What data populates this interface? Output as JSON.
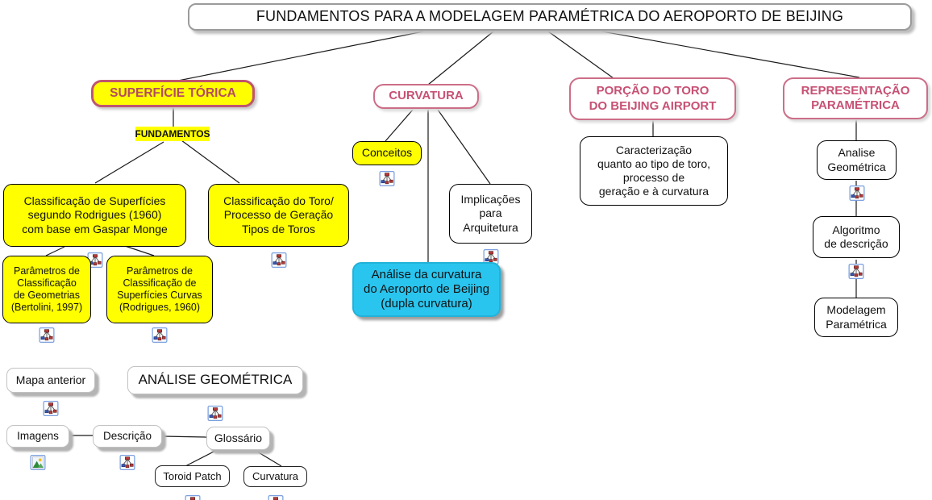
{
  "map_title": "FUNDAMENTOS PARA A MODELAGEM PARAMÉTRICA DO AEROPORTO DE BEIJING",
  "colors": {
    "node_yellow": "#ffff00",
    "head_rose_text": "#c75174",
    "head_rose_border": "#cc6e88",
    "highlight_cyan": "#29c5ef",
    "line_black": "#1a1a1a"
  },
  "nodes": {
    "title": {
      "label": "FUNDAMENTOS PARA A MODELAGEM PARAMÉTRICA DO AEROPORTO DE BEIJING"
    },
    "superficie_torica": {
      "label": "SUPERFÍCIE TÓRICA"
    },
    "fundamentos": {
      "label": "FUNDAMENTOS"
    },
    "classificacao_superficies": {
      "label": "Classificação de Superfícies\nsegundo Rodrigues (1960)\ncom base em Gaspar Monge"
    },
    "classificacao_toro": {
      "label": "Classificação do Toro/\nProcesso de Geração\nTipos de Toros"
    },
    "parametros_geometrias": {
      "label": "Parâmetros de\nClassificação\nde Geometrias\n(Bertolini, 1997)"
    },
    "parametros_superficies_curvas": {
      "label": "Parâmetros de\nClassificação de\nSuperfícies Curvas\n(Rodrigues, 1960)"
    },
    "curvatura": {
      "label": "CURVATURA"
    },
    "conceitos": {
      "label": "Conceitos"
    },
    "implicacoes_arquitetura": {
      "label": "Implicações\npara\nArquitetura"
    },
    "analise_curvatura_beijing": {
      "label": "Análise da curvatura\ndo Aeroporto de Beijing\n(dupla curvatura)"
    },
    "porcao_toro": {
      "label": "PORÇÃO DO TORO\nDO BEIJING AIRPORT"
    },
    "caracterizacao": {
      "label": "Caracterização\nquanto ao tipo de toro,\nprocesso de\ngeração e à curvatura"
    },
    "representacao_parametrica": {
      "label": "REPRESENTAÇÃO\nPARAMÉTRICA"
    },
    "analise_geometrica": {
      "label": "Analise\nGeométrica"
    },
    "algoritmo_descricao": {
      "label": "Algoritmo\nde descrição"
    },
    "modelagem_parametrica": {
      "label": "Modelagem\nParamétrica"
    },
    "mapa_anterior": {
      "label": "Mapa anterior"
    },
    "analise_geometrica_mapa": {
      "label": "ANÁLISE GEOMÉTRICA"
    },
    "imagens": {
      "label": "Imagens"
    },
    "descricao": {
      "label": "Descrição"
    },
    "glossario": {
      "label": "Glossário"
    },
    "toroid_patch": {
      "label": "Toroid Patch"
    },
    "curvatura_glossario": {
      "label": "Curvatura"
    }
  }
}
